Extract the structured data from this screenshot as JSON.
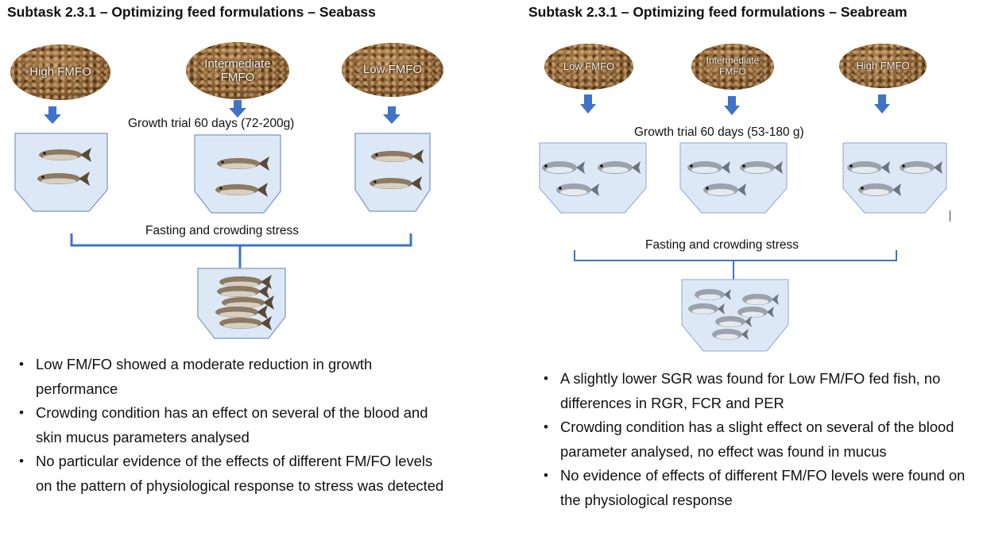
{
  "left": {
    "title": "Subtask 2.3.1 – Optimizing feed formulations – Seabass",
    "diets": [
      "High FMFO",
      "Intermediate FMFO",
      "Low FMFO"
    ],
    "growth_trial": "Growth trial 60 days (72-200g)",
    "stress_label": "Fasting and crowding stress",
    "bullets": [
      "Low FM/FO showed a moderate reduction in growth performance",
      "Crowding condition has an effect on several of the blood and skin mucus parameters analysed",
      "No particular evidence of the effects of different FM/FO levels on the pattern of physiological response to stress was detected"
    ]
  },
  "right": {
    "title": "Subtask 2.3.1 – Optimizing feed formulations – Seabream",
    "diets": [
      "Low FMFO",
      "Intermediate FMFO",
      "High FMFO"
    ],
    "growth_trial": "Growth trial 60 days (53-180 g)",
    "stress_label": "Fasting and crowding stress",
    "bullets": [
      "A slightly lower SGR was found for Low FM/FO fed fish, no differences in RGR, FCR and PER",
      "Crowding condition has a slight effect on several of the blood parameter analysed, no effect was found in mucus",
      "No evidence of effects of different FM/FO levels were found on the physiological response"
    ]
  },
  "colors": {
    "arrow": "#3f73c8",
    "bracket": "#3f73c8",
    "tank_fill": "#dde8f6",
    "tank_border": "#8ea7cc",
    "feed": "#8c6134"
  },
  "icons": [
    "feed-pellets-icon",
    "down-arrow-icon",
    "tank-icon",
    "seabass-fish-icon",
    "seabream-fish-icon"
  ]
}
